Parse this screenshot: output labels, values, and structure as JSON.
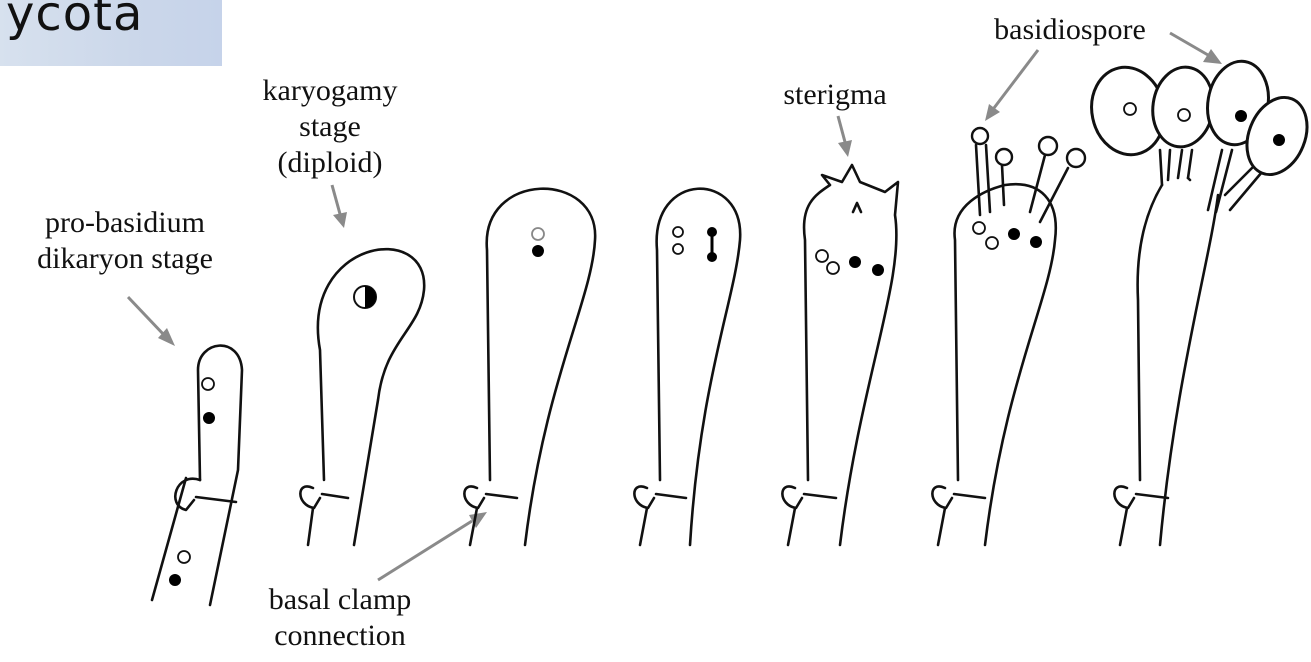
{
  "header": {
    "title": "ycota"
  },
  "labels": {
    "pro_basidium": [
      "pro-basidium",
      "dikaryon stage"
    ],
    "karyogamy": [
      "karyogamy",
      "stage",
      "(diploid)"
    ],
    "sterigma": "sterigma",
    "basidiospore": "basidiospore",
    "basal_clamp": [
      "basal clamp",
      "connection"
    ]
  },
  "colors": {
    "title_bg": "#cbd7ea",
    "arrow": "#8a8a8a",
    "outline": "#111111"
  }
}
